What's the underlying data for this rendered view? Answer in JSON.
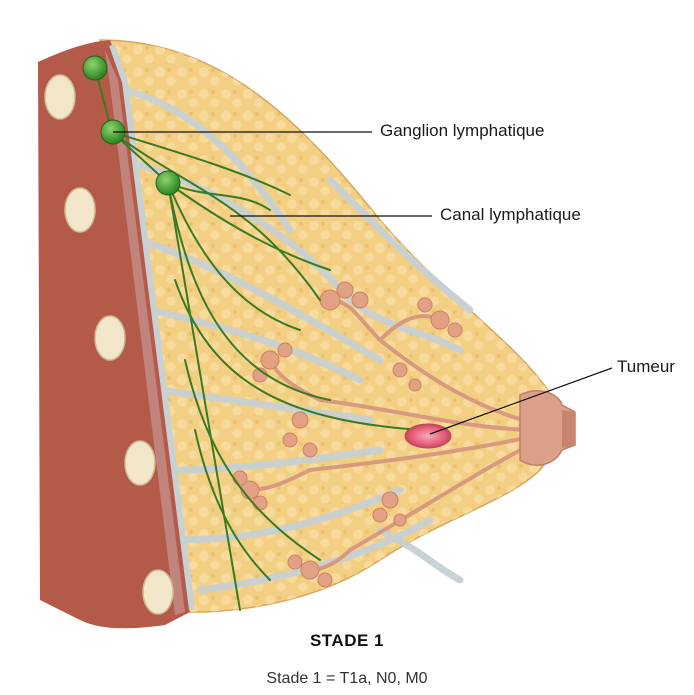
{
  "labels": {
    "ganglion": "Ganglion lymphatique",
    "canal": "Canal lymphatique",
    "tumeur": "Tumeur"
  },
  "stage": {
    "title": "STADE 1",
    "caption": "Stade 1 = T1a, N0, M0"
  },
  "colors": {
    "fat": "#f3cf83",
    "fat_dot": "#f6dca0",
    "muscle": "#b45a48",
    "rib": "#f1e6c9",
    "vessel": "#c7d1d3",
    "lymph": "#3a7a22",
    "node": "#3c9a2c",
    "gland": "#d89a7e",
    "tumor": "#e85f7a",
    "nipple": "#dba08a"
  }
}
